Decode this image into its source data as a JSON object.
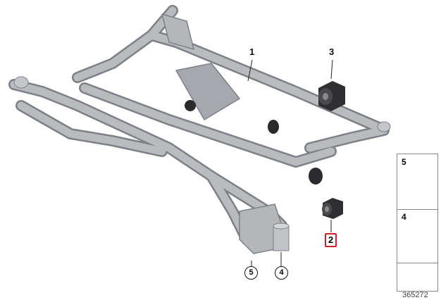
{
  "callouts": {
    "part1": "1",
    "part2": "2",
    "part3": "3",
    "part4": "4",
    "part5": "5"
  },
  "legend_panel": {
    "row1_num": "5",
    "row2_num": "4"
  },
  "diagram_number": "365272",
  "colors": {
    "frame": "#b4b6ba",
    "frame_dark": "#7d8086",
    "bushing": "#2b2b2d",
    "highlight": "#d0202a"
  }
}
